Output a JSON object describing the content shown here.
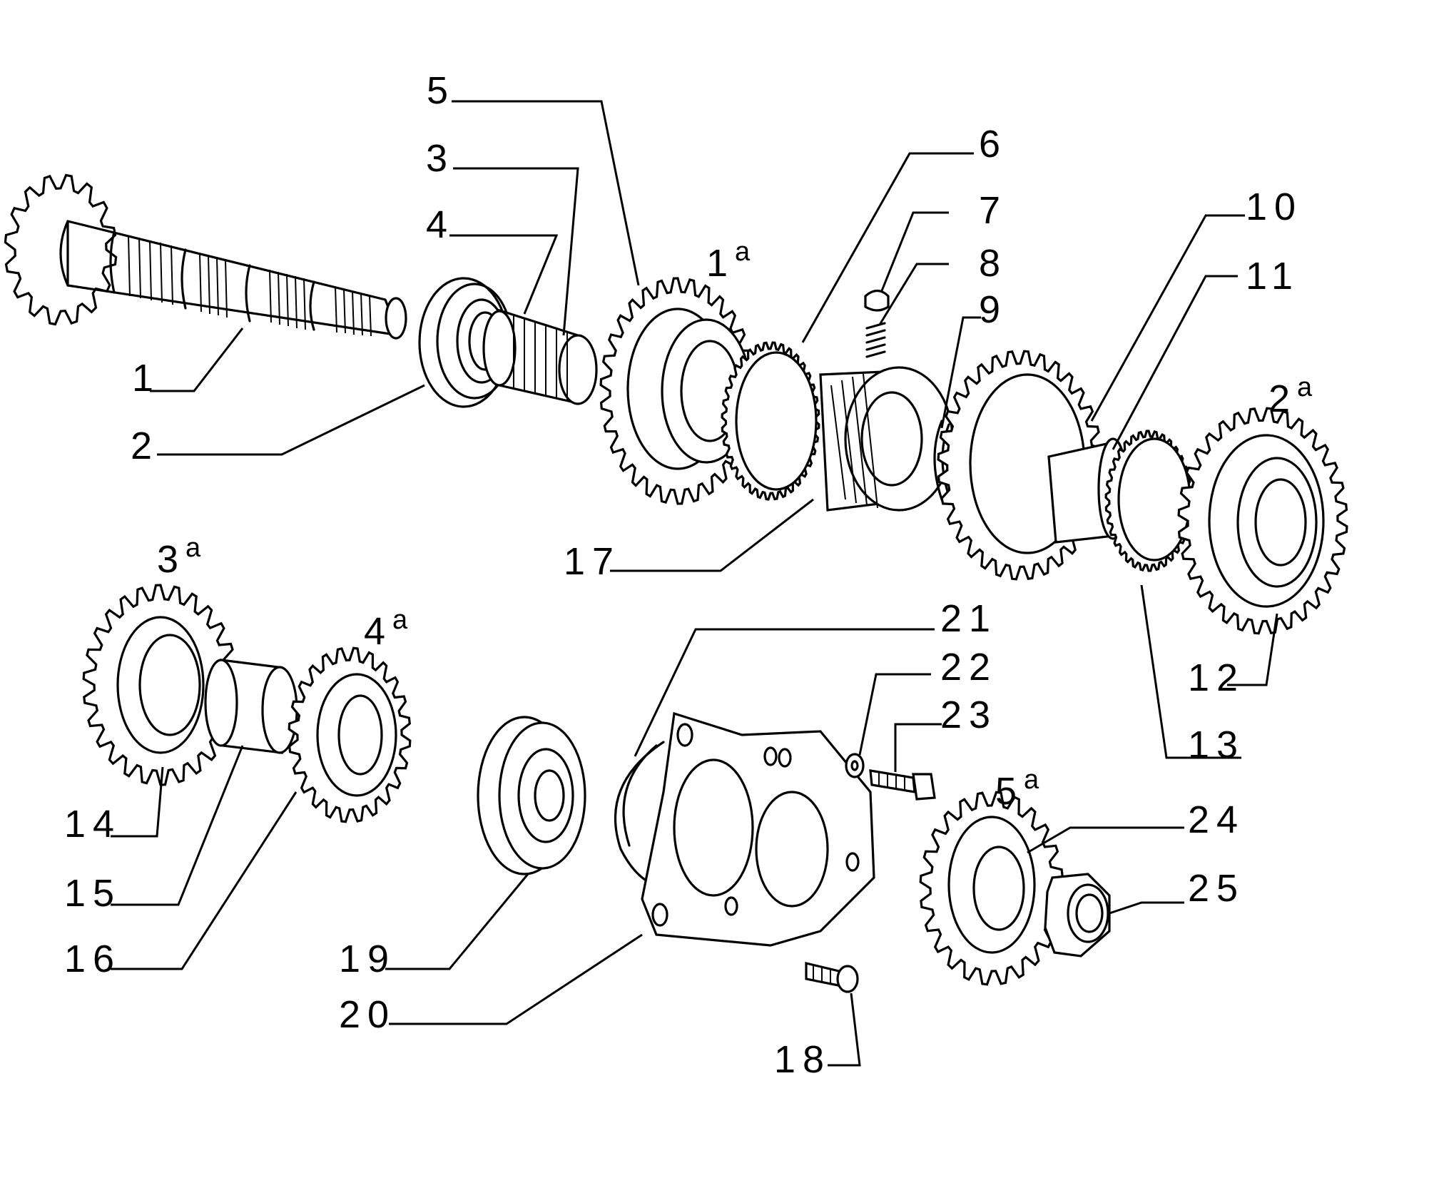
{
  "diagram": {
    "callouts": [
      {
        "id": "c1",
        "label": "1"
      },
      {
        "id": "c2",
        "label": "2"
      },
      {
        "id": "c3",
        "label": "3"
      },
      {
        "id": "c4",
        "label": "4"
      },
      {
        "id": "c5",
        "label": "5"
      },
      {
        "id": "c6",
        "label": "6"
      },
      {
        "id": "c7",
        "label": "7"
      },
      {
        "id": "c8",
        "label": "8"
      },
      {
        "id": "c9",
        "label": "9"
      },
      {
        "id": "c10",
        "label": "10"
      },
      {
        "id": "c11",
        "label": "11"
      },
      {
        "id": "c12",
        "label": "12"
      },
      {
        "id": "c13",
        "label": "13"
      },
      {
        "id": "c14",
        "label": "14"
      },
      {
        "id": "c15",
        "label": "15"
      },
      {
        "id": "c16",
        "label": "16"
      },
      {
        "id": "c17",
        "label": "17"
      },
      {
        "id": "c18",
        "label": "18"
      },
      {
        "id": "c19",
        "label": "19"
      },
      {
        "id": "c20",
        "label": "20"
      },
      {
        "id": "c21",
        "label": "21"
      },
      {
        "id": "c22",
        "label": "22"
      },
      {
        "id": "c23",
        "label": "23"
      },
      {
        "id": "c24",
        "label": "24"
      },
      {
        "id": "c25",
        "label": "25"
      }
    ],
    "gear_labels": [
      {
        "id": "g1",
        "number": "1",
        "suffix": "a"
      },
      {
        "id": "g2",
        "number": "2",
        "suffix": "a"
      },
      {
        "id": "g3",
        "number": "3",
        "suffix": "a"
      },
      {
        "id": "g4",
        "number": "4",
        "suffix": "a"
      },
      {
        "id": "g5",
        "number": "5",
        "suffix": "a"
      }
    ]
  }
}
